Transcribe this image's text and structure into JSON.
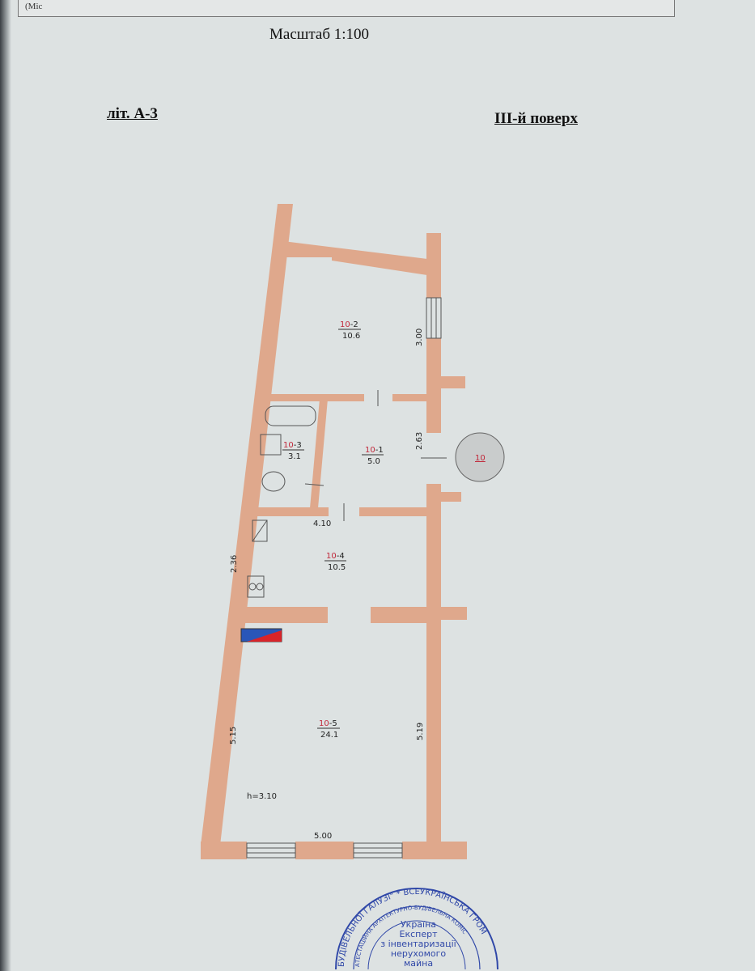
{
  "header": {
    "cut_text": "(Міс",
    "scale": "Масштаб 1:100",
    "letter": "літ. А-3",
    "floor": "ІІІ-й поверх"
  },
  "colors": {
    "wall": "#dfa88c",
    "paper": "#dde2e2",
    "apartment_number": "#c0283a"
  },
  "rooms": [
    {
      "apt": "10",
      "num": "-2",
      "area": "10.6"
    },
    {
      "apt": "10",
      "num": "-3",
      "area": "3.1"
    },
    {
      "apt": "10",
      "num": "-1",
      "area": "5.0"
    },
    {
      "apt": "10",
      "num": "-4",
      "area": "10.5"
    },
    {
      "apt": "10",
      "num": "-5",
      "area": "24.1"
    }
  ],
  "dimensions": {
    "d1": "3.00",
    "d2": "2.63",
    "d3": "4.10",
    "d4": "2.36",
    "d5": "5.15",
    "d6": "5.19",
    "d7": "5.00",
    "height": "h=3.10"
  },
  "apartment_marker": "10",
  "stamp": {
    "outer": "БУДІВЕЛЬНОЇ ГАЛУЗІ\" * ВСЕУКРАЇНСЬКА ГРОМ",
    "inner": "АТЕСТАЦІЙНА АРХІТЕКТУРНО-БУДІВЕЛЬНА КОМІС",
    "center": [
      "Україна",
      "Експерт",
      "з інвентаризації",
      "нерухомого",
      "майна"
    ]
  }
}
